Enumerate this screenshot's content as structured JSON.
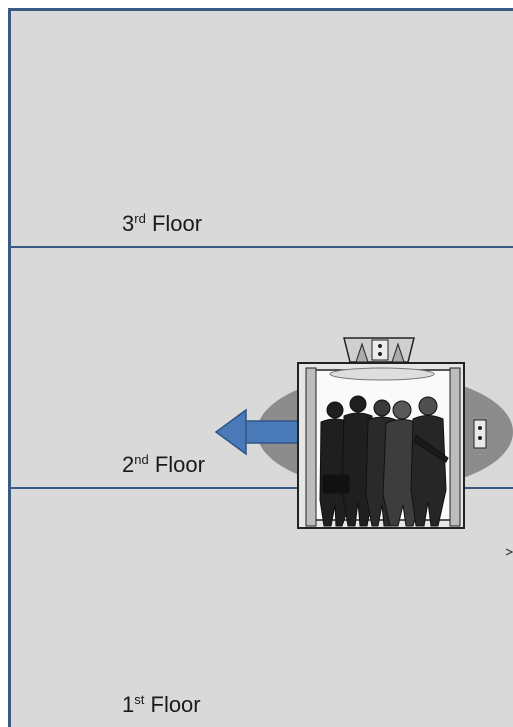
{
  "floors": [
    {
      "id": "third",
      "number": "3",
      "suffix": "rd",
      "word": "Floor"
    },
    {
      "id": "second",
      "number": "2",
      "suffix": "nd",
      "word": "Floor"
    },
    {
      "id": "first",
      "number": "1",
      "suffix": "st",
      "word": "Floor"
    }
  ],
  "colors": {
    "wall": "#d9d9d9",
    "floor_line": "#3a5a85",
    "arrow": "#4a7ab8",
    "ellipse": "#8c8c8c"
  },
  "icons": {
    "elevator": "elevator-with-people-icon",
    "arrow": "arrow-left-icon"
  }
}
